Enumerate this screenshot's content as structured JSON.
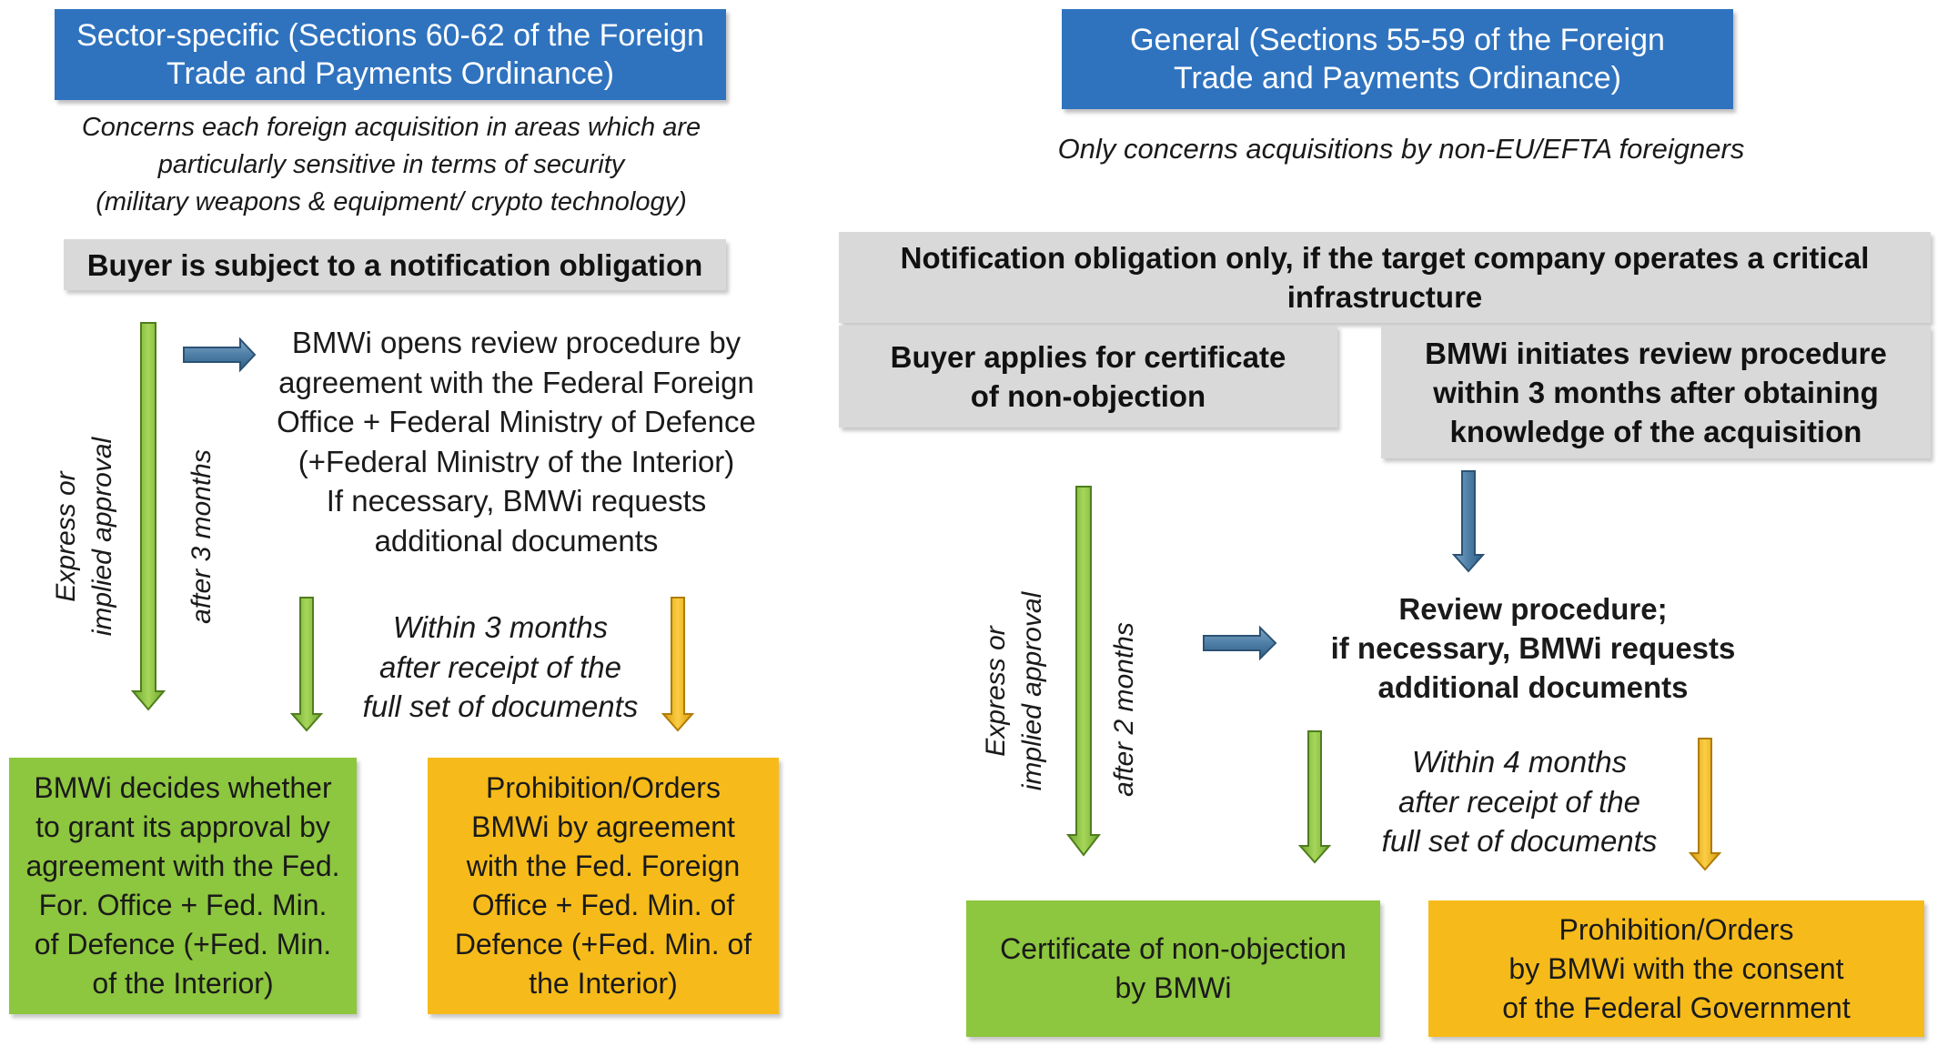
{
  "left": {
    "header": "Sector-specific (Sections 60-62 of the Foreign\nTrade and Payments Ordinance)",
    "scope": "Concerns each foreign acquisition in areas which are\nparticularly sensitive in terms of security\n(military weapons & equipment/ crypto technology)",
    "obligation": "Buyer is subject to a notification obligation",
    "review": "BMWi opens review procedure by\nagreement with the Federal Foreign\nOffice + Federal Ministry of Defence\n(+Federal Ministry of the Interior)\nIf necessary, BMWi requests\nadditional documents",
    "approval_label": "Express or\nimplied approval",
    "timeout_label": "after 3 months",
    "deadline": "Within 3 months\nafter receipt of the\nfull set of documents",
    "decision": "BMWi decides whether\nto grant its approval by\nagreement with the Fed.\nFor. Office + Fed. Min.\nof Defence (+Fed. Min.\nof the Interior)",
    "prohibition": "Prohibition/Orders\nBMWi by agreement\nwith the Fed. Foreign\nOffice + Fed. Min. of\nDefence (+Fed. Min. of\nthe Interior)"
  },
  "right": {
    "header": "General (Sections 55-59 of the Foreign\nTrade and Payments Ordinance)",
    "scope": "Only concerns acquisitions by non-EU/EFTA foreigners",
    "obligation": "Notification obligation only, if the target company operates a critical\ninfrastructure",
    "certificate_application": "Buyer applies for certificate\nof non-objection",
    "initiate_review": "BMWi initiates review procedure\nwithin 3 months after obtaining\nknowledge of the acquisition",
    "review": "Review procedure;\nif necessary, BMWi requests\nadditional documents",
    "approval_label": "Express or\nimplied approval",
    "timeout_label": "after 2 months",
    "deadline": "Within 4 months\nafter receipt of the\nfull set of documents",
    "certificate": "Certificate of non-objection\nby BMWi",
    "prohibition": "Prohibition/Orders\nby BMWi with the consent\nof the Federal Government"
  },
  "colors": {
    "header_blue": "#2f73bf",
    "grey": "#d9d9d9",
    "green": "#8dc63f",
    "orange": "#f6bb1a",
    "arrow_blue": "#4f7fa6"
  }
}
